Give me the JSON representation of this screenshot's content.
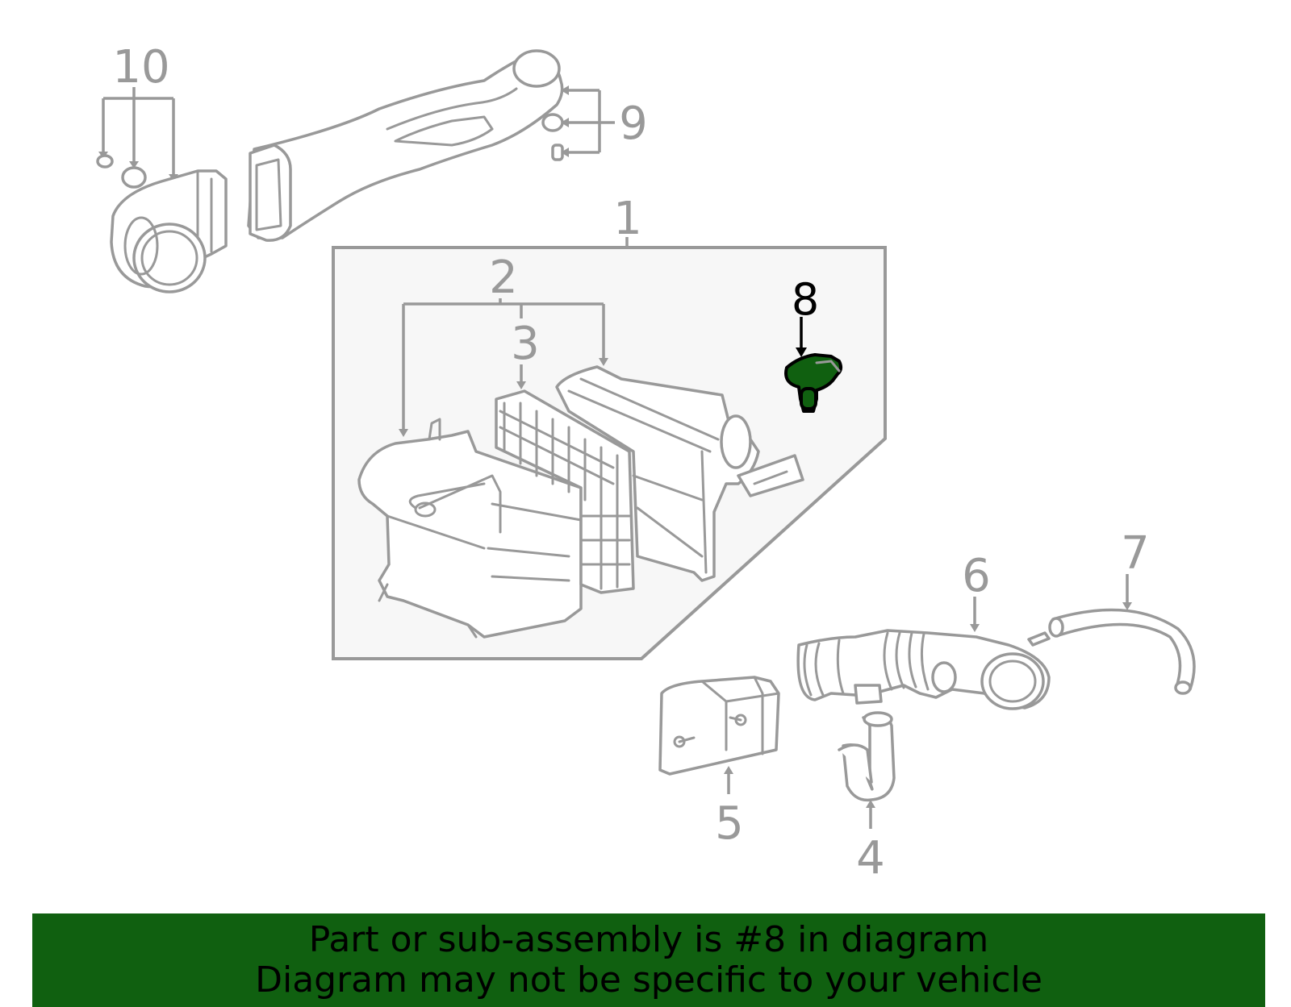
{
  "colors": {
    "line": "#999999",
    "panel_fill": "#f7f7f7",
    "highlight": "#106010",
    "banner_bg": "#106010",
    "banner_text": "#000000"
  },
  "callouts": {
    "c1": "1",
    "c2": "2",
    "c3": "3",
    "c4": "4",
    "c5": "5",
    "c6": "6",
    "c7": "7",
    "c8": "8",
    "c9": "9",
    "c10": "10"
  },
  "highlighted_part": "8",
  "banner": {
    "line1": "Part or sub-assembly is #8 in diagram",
    "line2": "Diagram may not be specific to your vehicle"
  }
}
